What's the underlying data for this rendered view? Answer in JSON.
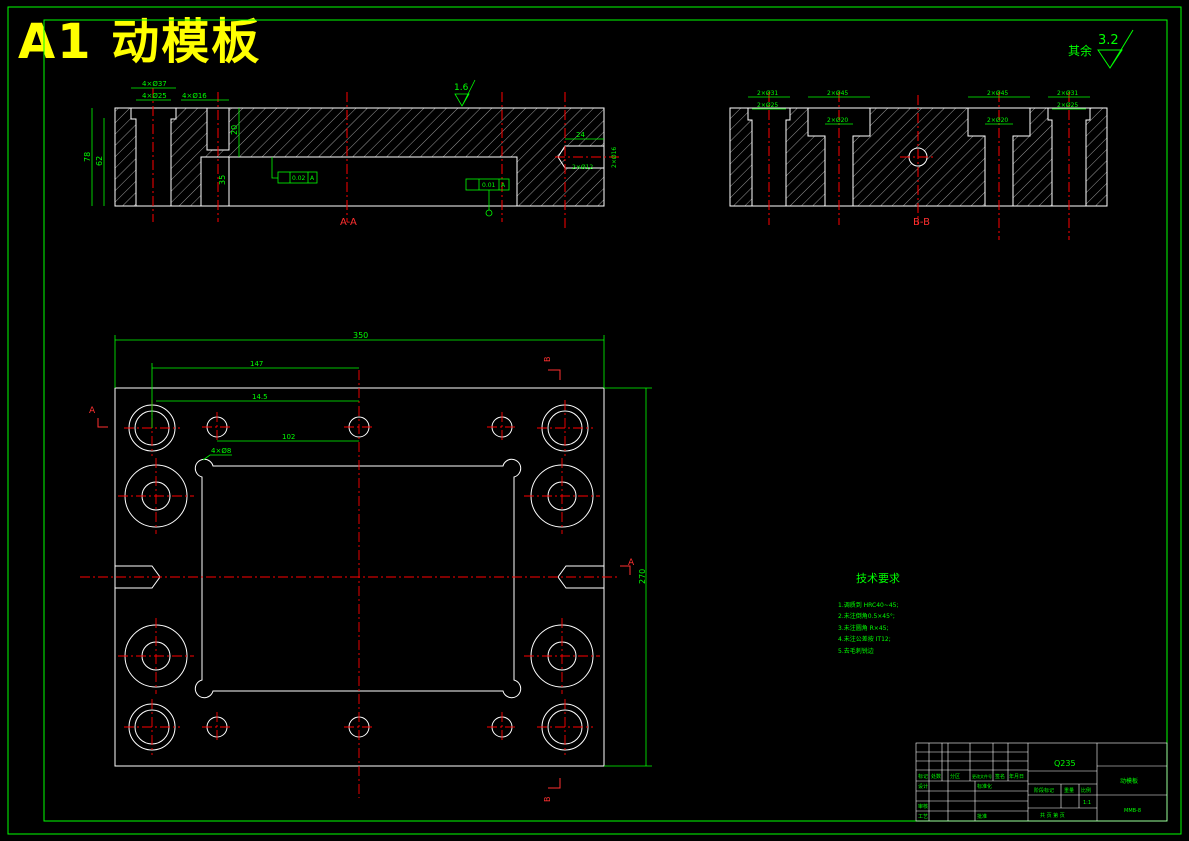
{
  "sheet": {
    "title": "A1  动模板",
    "roughness_note": "其余",
    "roughness_value": "3.2"
  },
  "section_aa": {
    "label": "A-A",
    "roughness": "1.6",
    "dims": {
      "bore_small": "4×Ø25",
      "bore_big": "4×Ø37",
      "pin_hole": "4×Ø16",
      "height_total": "78",
      "height_inner": "62",
      "depth_a": "20",
      "depth_b": "35",
      "tol_1": "0.02",
      "tol_2": "0.01",
      "datum": "A",
      "cb_a": "24",
      "cb_b": "2×Ø16",
      "cb_c": "2×Ø12"
    }
  },
  "section_bb": {
    "label": "B-B",
    "dims": {
      "d1": "2×Ø31",
      "d2": "2×Ø25",
      "d3": "2×Ø45",
      "d4": "2×Ø20",
      "d5": "2×Ø45",
      "d6": "2×Ø20",
      "d7": "2×Ø31",
      "d8": "2×Ø25"
    }
  },
  "plan": {
    "width_dim": "350",
    "dim_147": "147",
    "dim_145": "14.5",
    "dim_102": "102",
    "hole_note": "4×Ø8",
    "height_dim": "270",
    "cut_a": "A",
    "cut_b": "B"
  },
  "tech": {
    "heading": "技术要求",
    "items": [
      "1.调质到 HRC40~45;",
      "2.未注倒角0.5×45°;",
      "3.未注圆角 R×45;",
      "4.未注公差按 IT12;",
      "5.去毛刺锐边"
    ]
  },
  "title_block": {
    "material": "Q235",
    "part_name": "动模板",
    "drawing_no": "MMB-8",
    "scale_label": "比例",
    "weight_label": "重量",
    "stage_label": "阶段标记",
    "scale_value": "1:1",
    "sheets": "共 页  第 页",
    "labels": [
      "标记",
      "处数",
      "分区",
      "更改文件号",
      "签名",
      "年月日",
      "设计",
      "标准化",
      "审核",
      "工艺",
      "批准"
    ]
  },
  "colors": {
    "frame": "#00ff00",
    "geometry": "#ffffff",
    "center": "#ff0000",
    "dimension": "#00ff00",
    "title": "#ffff00",
    "section_label": "#ff3030"
  }
}
